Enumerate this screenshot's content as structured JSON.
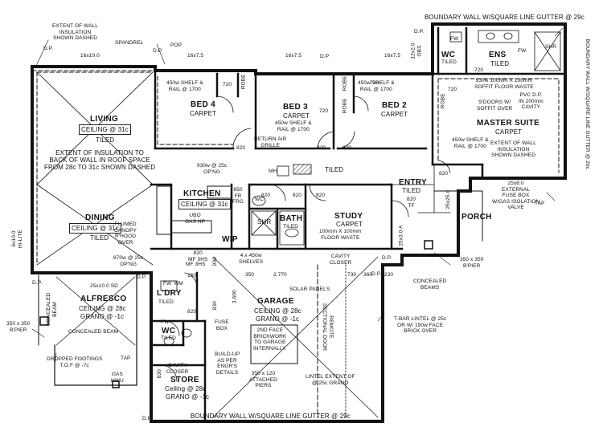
{
  "rooms": {
    "living": "LIVING",
    "living_ceiling": "CEILING @ 31c",
    "living_floor": "TILED",
    "dining": "DINING",
    "dining_ceiling": "CEILING @ 31c",
    "dining_floor": "TILED",
    "kitchen": "KITCHEN",
    "kitchen_ceiling": "CEILING @ 31c",
    "bed4": "BED 4",
    "bed4_floor": "CARPET",
    "bed3": "BED 3",
    "bed3_floor": "CARPET",
    "bed2": "BED 2",
    "bed2_floor": "CARPET",
    "ens": "ENS",
    "ens_floor": "TILED",
    "wc_top": "WC",
    "wc_top_floor": "TILED",
    "master": "MASTER SUITE",
    "master_floor": "CARPET",
    "entry": "ENTRY",
    "entry_floor": "TILED",
    "porch": "PORCH",
    "study": "STUDY",
    "study_floor": "CARPET",
    "bath": "BATH",
    "bath_floor": "TILED",
    "shr": "SHR",
    "wip": "WIP",
    "garage": "GARAGE",
    "garage_ceiling": "CEILING @ 28c",
    "garage_grano": "GRANO @ -1c",
    "alfresco": "ALFRESCO",
    "alfresco_ceiling": "CEILING @ 28c",
    "alfresco_grano": "GRANO @ -1c",
    "ldry": "L'DRY",
    "ldry_floor": "TILED",
    "wc_low": "WC",
    "wc_low_floor": "TILED",
    "store": "STORE",
    "store_ceiling": "Ceiling @ 28c",
    "store_grano": "GRANO @ -1c",
    "hall_tiled": "TILED"
  },
  "notes": {
    "boundary_top": "BOUNDARY WALL W/SQUARE LINE GUTTER @ 29c",
    "boundary_bottom": "BOUNDARY WALL W/SQUARE LINE GUTTER @ 29c",
    "boundary_right": "BOUNDARY WALL W/SQUARE LINE GUTTER @ 29c",
    "extent_wall_tl": "EXTENT OF WALL\nINSULATION\nSHOWN DASHED",
    "extent_wall_master": "EXTENT OF WALL\nINSULATION\nSHOWN DASHED",
    "extent_roof": "EXTENT OF INSULATION TO\nBACK OF WALL IN ROOF SPACE\nFROM 28c TO 31c SHOWN DASHED",
    "spandrel": "SPANDREL",
    "pop": "POP",
    "dp": "D.P.",
    "dp2": "D.P",
    "dp3": "D.P.",
    "dp4": "D.P.",
    "dp5": "D.P.",
    "dp6": "D.P.",
    "dp7": "D.P.",
    "dp8": "D.P.",
    "dp9": "D.P.",
    "dim_16x10": "16x10.0",
    "dim_16x75a": "16x7.5",
    "dim_16x75b": "16x7.5",
    "dim_16x75c": "16x7.5",
    "shelf_bed4": "450w SHELF &\nRAIL @ 1700",
    "shelf_bed3": "450w SHELF &\nRAIL @ 1700",
    "shelf_bed2": "450w SHELF &\nRAIL @ 1700",
    "shelf_master": "450w SHELF &\nRAIL @ 1700",
    "robe1": "ROBE",
    "robe2": "ROBE",
    "robe3": "ROBE",
    "robe4": "ROBE",
    "d720a": "720",
    "d720b": "720",
    "d720c": "720",
    "d720d": "720",
    "d720e": "720",
    "d820a": "820",
    "d820b": "820",
    "d820c": "820",
    "d820d": "820",
    "d820e": "820",
    "d820f": "820",
    "d820g": "820",
    "d820h": "820",
    "return_grille": "RETURN AIR\nGRILLE",
    "opng930": "930w @ 25c\nOP'NG",
    "opng870": "870w @ 25c\nOP'NG",
    "mh": "MH",
    "floor_waste_ens": "930w  100mm X 100mm\nSOFFIT FLOOR WASTE",
    "sdoors": "S'DOORS W/\nSOFFIT OVER",
    "pvc": "PVC D.P.\nIN 200mm\nCAVITY",
    "fw1": "FW",
    "fw2": "FW",
    "fw3": "FW",
    "fw4": "FW",
    "shr_small": "SHR",
    "ext_fuse": "25x8.0\nEXTERNAL\nFUSE BOX\nW/GAS ISOLATION\nVALVE",
    "tap1": "TAP",
    "tap2": "TAP",
    "study_waste": "100mm X 100mm\nFLOOR WASTE",
    "flumed": "FLUMED\nCANOPY\nR'HOOD\nOVER",
    "ubo": "UBO\nGAS HP",
    "fr": "650\nFR\nFRG",
    "wc_icon": "WC",
    "shelves": "4 x 450w\nSHELVES",
    "cavity_closer": "CAVITY\nCLOSER",
    "cavity_closer2": "CAVITY\nCLOSER",
    "solar": "SOLAR PANELS",
    "d350": "350",
    "d2770": "2,770",
    "d730": "730",
    "d360": "360",
    "d230": "230",
    "concealed_beams": "CONCEALED\nBEAMS",
    "pier350": "350 x 350\nB'PIER",
    "pier350b": "350 x 350\nB'PIER",
    "tbar": "T-BAR LINTEL @ 25c\nOR W/ 190w FACE\nBRICK OVER",
    "face_brick": "2ND FACE\nBRICKWORK\nTO GARAGE\nINTERNALLY.",
    "remote_door": "REMOTE\nSECTIONAL DOOR",
    "lintel_grano": "LINTEL EXTENT OF\n@ 25c        GRANO",
    "piers350x120": "350 x 120\nATTACHED\nPIERS",
    "buildup": "BUILD-UP\nAS PER\nENGR'S\nDETAILS",
    "fuse_box": "FUSE\nBOX",
    "dropped": "DROPPED FOOTINGS\nT.O.F @ -7c",
    "gas_hwu": "GAS\nHWU",
    "concealed_beam": "CONCEALED BEAM",
    "concealed_beam_v": "CONCEALED\nBEAM",
    "dim_25x10sd": "25x10.0 SD",
    "dim_6x10": "6x10.0\nHI-LITE",
    "wm": "WM",
    "mf3hs": "MF 3HS",
    "d160": "160",
    "d930": "930",
    "d830": "830",
    "d3600": "3,600",
    "d830b": "830",
    "porch_dim": "25x25.0",
    "entry_sz": "25x3.0 A",
    "d820tf": "820\nTF",
    "d12x25": "12x2.0\nOBS",
    "d820mf": "820\nMF 3HS"
  }
}
